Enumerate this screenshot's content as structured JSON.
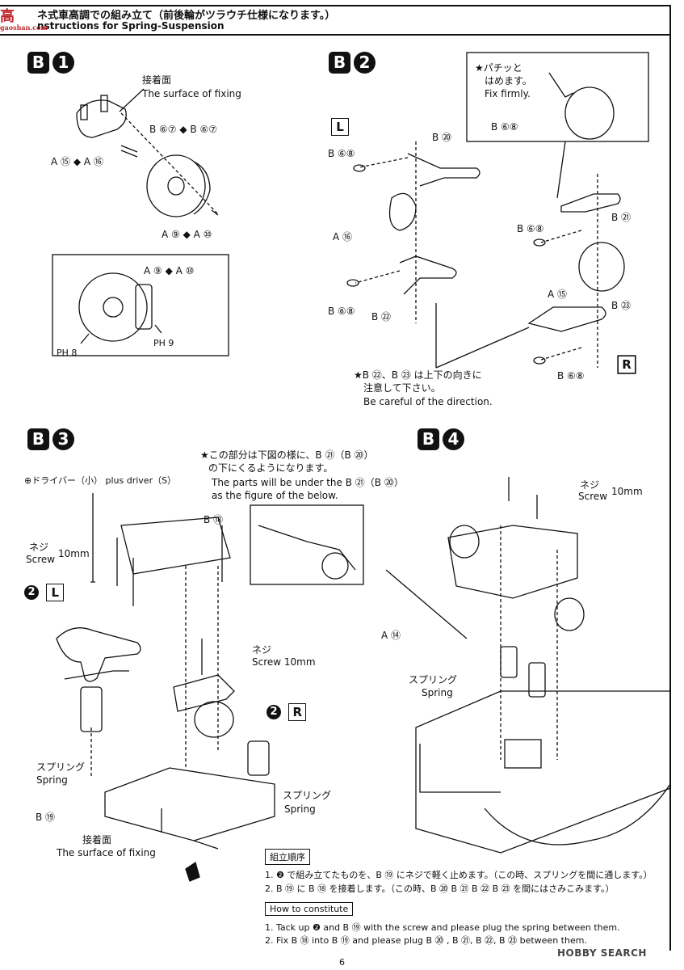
{
  "header": {
    "logo_text": "高",
    "logo_sub": "gaoshan.com",
    "title_jp": "ネ式車高調での組み立て（前後輪がツラウチ仕様になります。）",
    "title_en": "nstructions for Spring-Suspension"
  },
  "steps": {
    "b1": {
      "letter": "B",
      "num": "1"
    },
    "b2": {
      "letter": "B",
      "num": "2"
    },
    "b3": {
      "letter": "B",
      "num": "3"
    },
    "b4": {
      "letter": "B",
      "num": "4"
    }
  },
  "b1": {
    "surface_jp": "接着面",
    "surface_en": "The surface of fixing",
    "b67": "B ⑥⑦ ◆ B ⑥⑦",
    "a15": "A ⑮ ◆ A ⑯",
    "a9": "A ⑨ ◆ A ⑩",
    "inset_a9": "A ⑨ ◆ A ⑩",
    "ph8": "PH 8",
    "ph9": "PH 9"
  },
  "b2": {
    "L": "L",
    "R": "R",
    "b68a": "B ⑥⑧",
    "b20": "B ⑳",
    "a16": "A ⑯",
    "b68b": "B ⑥⑧",
    "b22": "B ㉒",
    "fix_jp1": "★パチッと",
    "fix_jp2": "はめます。",
    "fix_en": "Fix firmly.",
    "b68c": "B ⑥⑧",
    "b21": "B ㉑",
    "b68d": "B ⑥⑧",
    "a15": "A ⑮",
    "b23": "B ㉓",
    "b68e": "B ⑥⑧",
    "note_jp1": "★B ㉒、B ㉓ は上下の向きに",
    "note_jp2": "注意して下さい。",
    "note_en": "Be careful of the direction."
  },
  "b3": {
    "note_jp1": "★この部分は下図の様に、B ㉑（B ⑳）",
    "note_jp2": "の下にくるようになります。",
    "note_en1": "The parts will be under the B ㉑（B ⑳）",
    "note_en2": "as the figure of the below.",
    "driver": "⊕ドライバー（小） plus driver（S）",
    "b18": "B ⑱",
    "screw_jp": "ネジ",
    "screw_en": "Screw",
    "screw_len": "10mm",
    "step2L_num": "2",
    "step2L_letter": "L",
    "screw2_jp": "ネジ",
    "screw2_en": "Screw 10mm",
    "step2R_num": "2",
    "step2R_letter": "R",
    "spring_jp": "スプリング",
    "spring_en": "Spring",
    "spring2_jp": "スプリング",
    "spring2_en": "Spring",
    "b19": "B ⑲",
    "surface_jp": "接着面",
    "surface_en": "The surface of fixing"
  },
  "b4": {
    "screw_jp": "ネジ",
    "screw_en": "Screw",
    "screw_len": "10mm",
    "a14": "A ⑭",
    "spring_jp": "スプリング",
    "spring_en": "Spring"
  },
  "order": {
    "title_jp": "組立順序",
    "jp1": "1. ❷ で組み立てたものを、B ⑲ にネジで軽く止めます。（この時、スプリングを間に通します。）",
    "jp2": "2. B ⑲ に B ⑱ を接着します。（この時、B ⑳ B ㉑ B ㉒ B ㉓ を間にはさみこみます。）",
    "title_en": "How to constitute",
    "en1": "1. Tack up ❷ and B ⑲ with the screw and please plug the spring between them.",
    "en2": "2. Fix B ⑱ into B ⑲ and please plug B ⑳ , B ㉑, B ㉒, B ㉓ between them."
  },
  "page_number": "6",
  "watermark": "HOBBY SEARCH"
}
